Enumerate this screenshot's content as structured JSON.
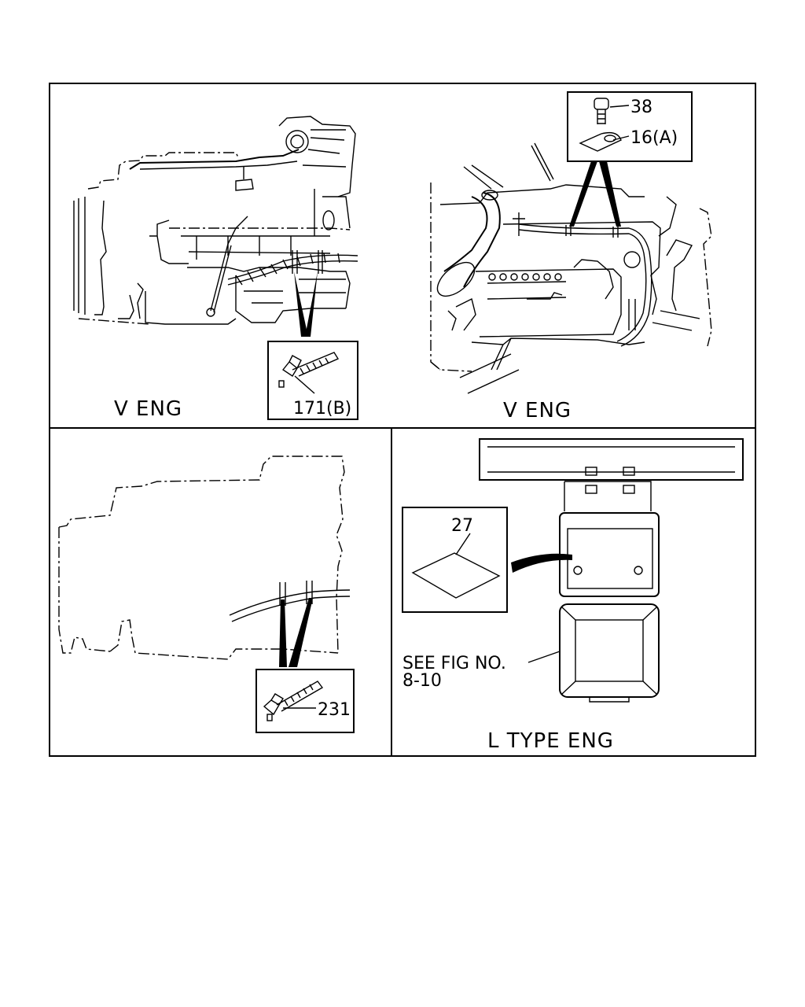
{
  "panels": {
    "top_left": {
      "title": "V ENG",
      "callouts": [
        {
          "part": "171(B)",
          "name": "cable tie"
        }
      ]
    },
    "top_right": {
      "title": "V ENG",
      "callouts": [
        {
          "part": "38",
          "name": "bolt"
        },
        {
          "part": "16(A)",
          "name": "clip"
        }
      ]
    },
    "bottom_left": {
      "title": "",
      "callouts": [
        {
          "part": "231",
          "name": "cable tie"
        }
      ]
    },
    "bottom_right": {
      "title": "L TYPE ENG",
      "callouts": [
        {
          "part": "27",
          "name": "pad"
        }
      ],
      "reference_line1": "SEE FIG NO.",
      "reference_line2": "8-10"
    }
  }
}
